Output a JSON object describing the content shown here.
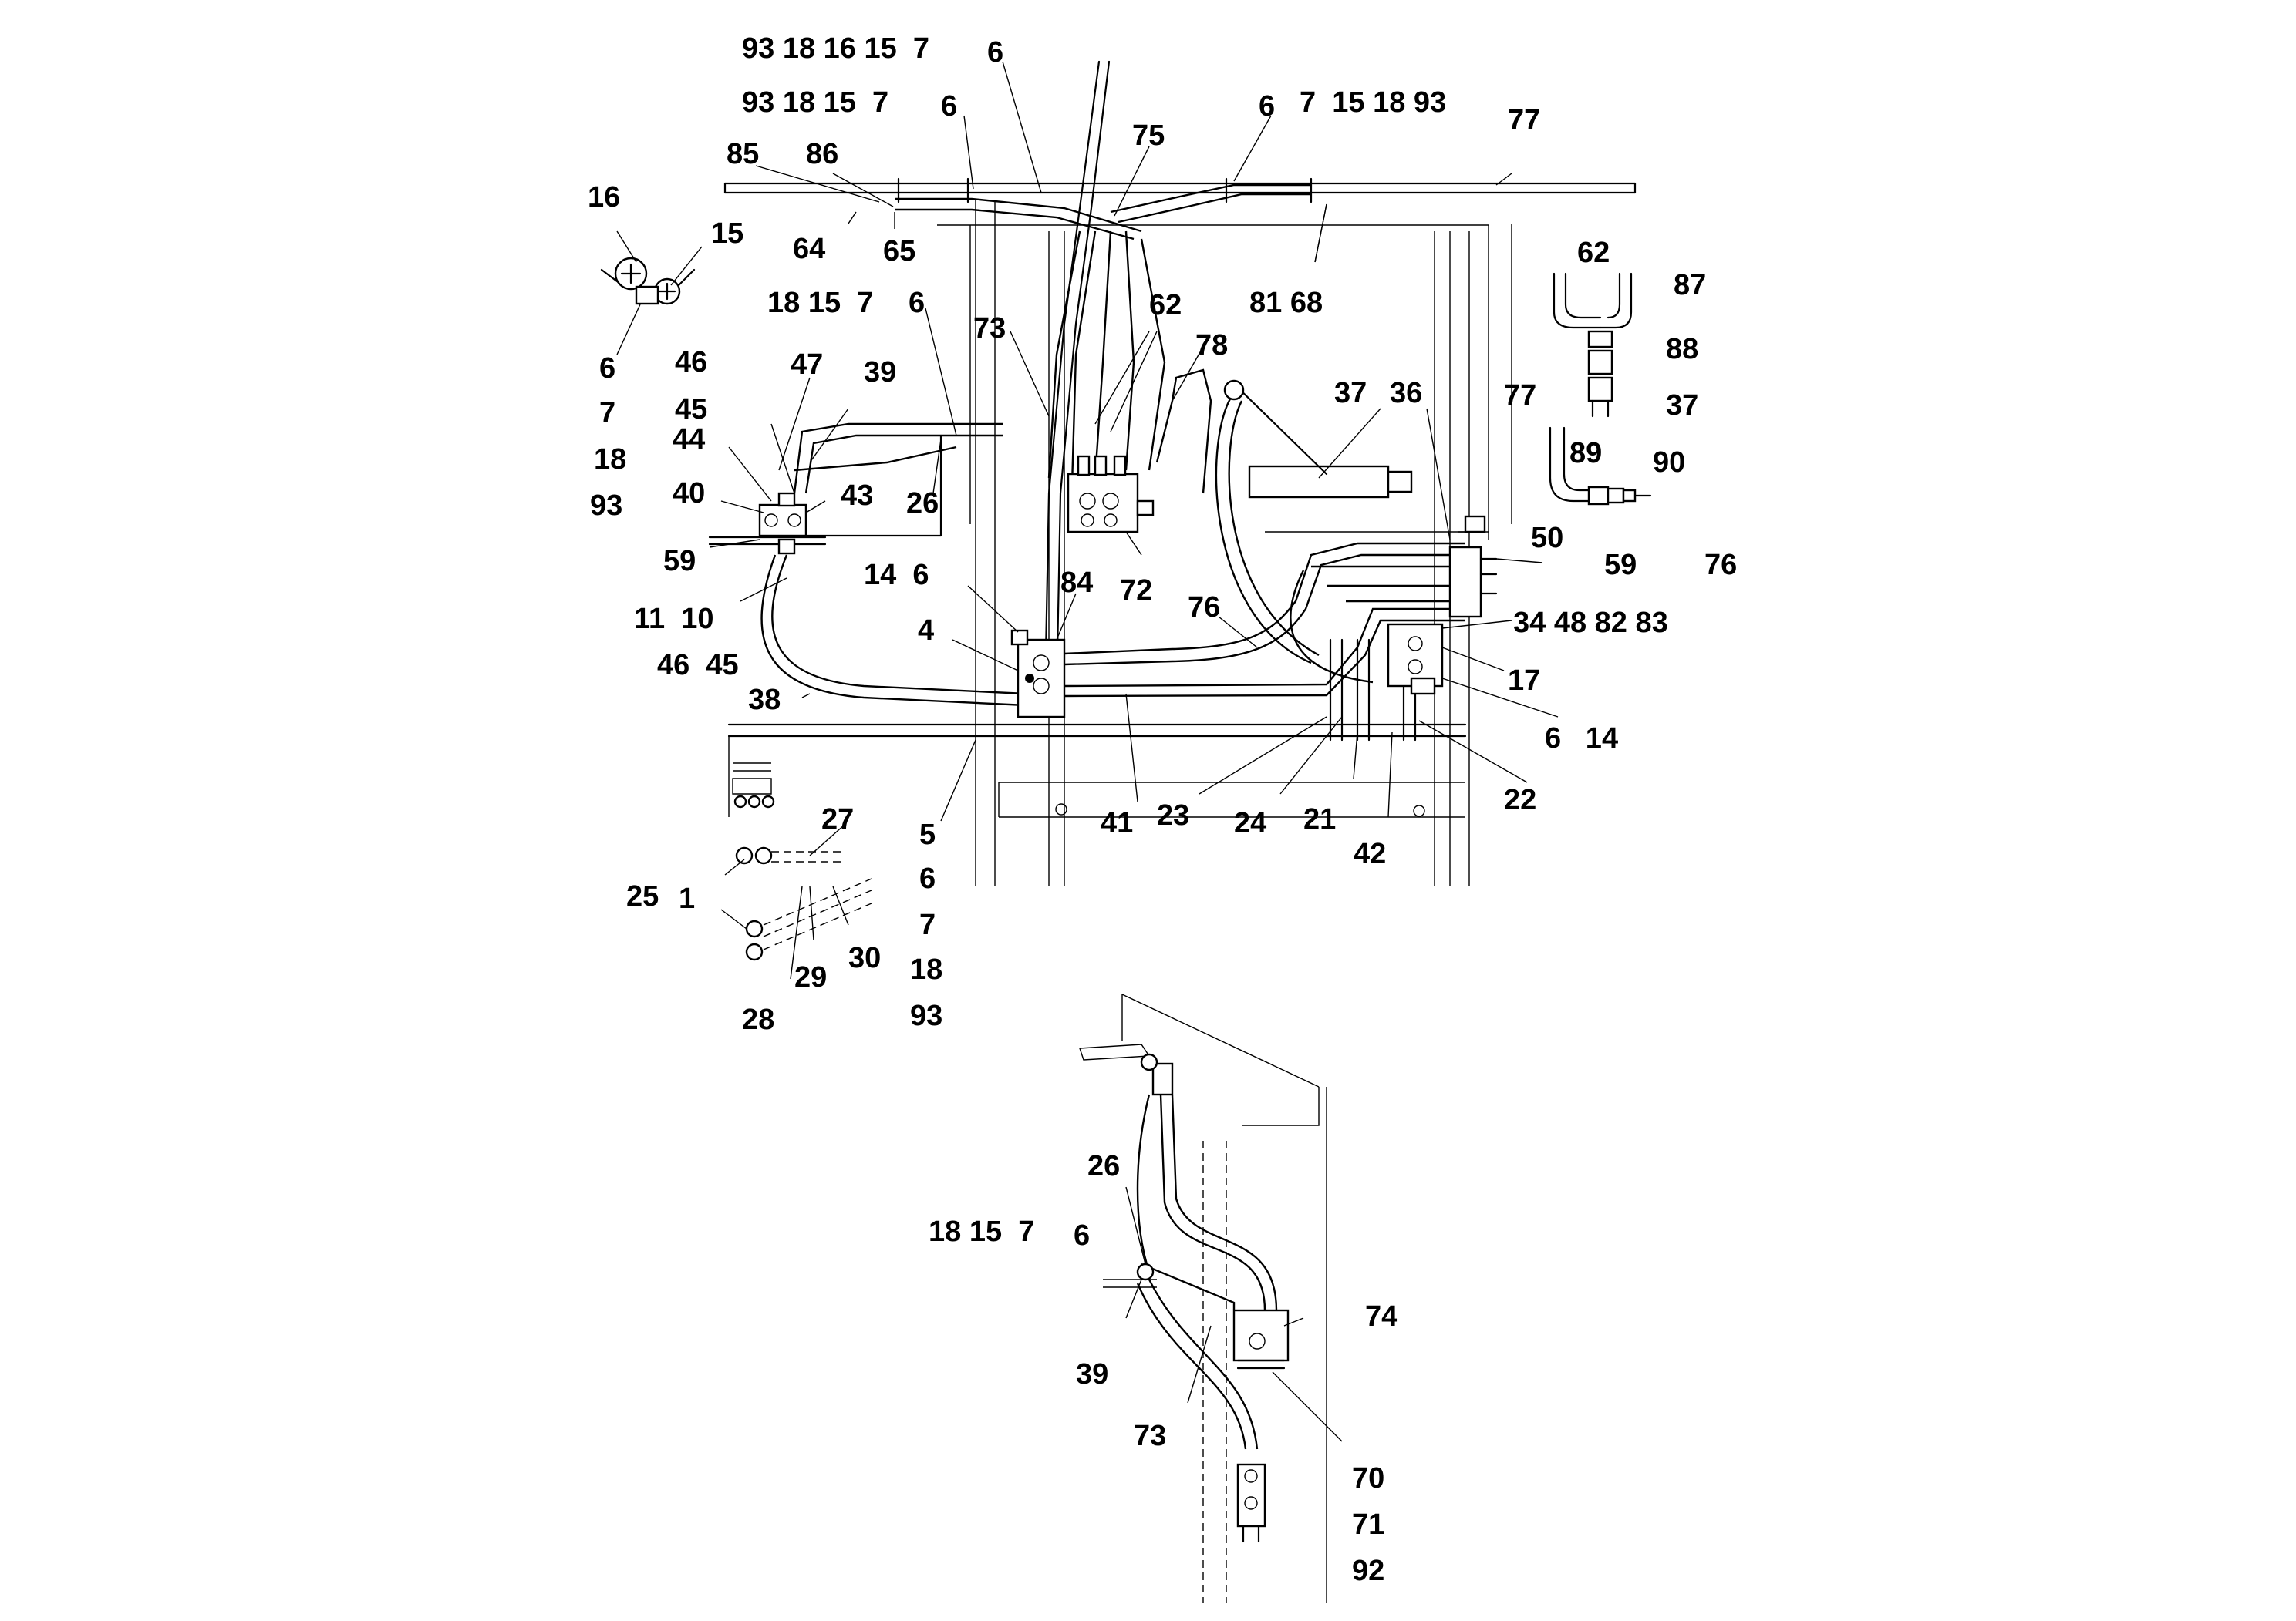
{
  "diagram": {
    "callouts": [
      {
        "id": "c1",
        "text": "93 18 16 15  7"
      },
      {
        "id": "c2",
        "text": "6"
      },
      {
        "id": "c3",
        "text": "93 18 15  7"
      },
      {
        "id": "c4",
        "text": "6"
      },
      {
        "id": "c5",
        "text": "75"
      },
      {
        "id": "c6",
        "text": "6"
      },
      {
        "id": "c7",
        "text": "7  15 18 93"
      },
      {
        "id": "c8",
        "text": "77"
      },
      {
        "id": "c9",
        "text": "85"
      },
      {
        "id": "c10",
        "text": "86"
      },
      {
        "id": "c11",
        "text": "16"
      },
      {
        "id": "c12",
        "text": "15"
      },
      {
        "id": "c13",
        "text": "64"
      },
      {
        "id": "c14",
        "text": "65"
      },
      {
        "id": "c15",
        "text": "81 68"
      },
      {
        "id": "c16",
        "text": "62"
      },
      {
        "id": "c17",
        "text": "87"
      },
      {
        "id": "c18",
        "text": "18 15  7"
      },
      {
        "id": "c19",
        "text": "6"
      },
      {
        "id": "c20",
        "text": "73"
      },
      {
        "id": "c21",
        "text": "62"
      },
      {
        "id": "c22",
        "text": "78"
      },
      {
        "id": "c23",
        "text": "88"
      },
      {
        "id": "c24",
        "text": "6"
      },
      {
        "id": "c25",
        "text": "46"
      },
      {
        "id": "c26",
        "text": "47"
      },
      {
        "id": "c27",
        "text": "39"
      },
      {
        "id": "c28",
        "text": "37"
      },
      {
        "id": "c29",
        "text": "36"
      },
      {
        "id": "c30",
        "text": "77"
      },
      {
        "id": "c31",
        "text": "37"
      },
      {
        "id": "c32",
        "text": "7"
      },
      {
        "id": "c33",
        "text": "45"
      },
      {
        "id": "c34",
        "text": "44"
      },
      {
        "id": "c35",
        "text": "89"
      },
      {
        "id": "c36",
        "text": "90"
      },
      {
        "id": "c37",
        "text": "18"
      },
      {
        "id": "c38",
        "text": "40"
      },
      {
        "id": "c39",
        "text": "43"
      },
      {
        "id": "c40",
        "text": "26"
      },
      {
        "id": "c41",
        "text": "93"
      },
      {
        "id": "c42",
        "text": "50"
      },
      {
        "id": "c43",
        "text": "59"
      },
      {
        "id": "c44",
        "text": "72"
      },
      {
        "id": "c45",
        "text": "59"
      },
      {
        "id": "c46",
        "text": "76"
      },
      {
        "id": "c47",
        "text": "14  6"
      },
      {
        "id": "c48",
        "text": "84"
      },
      {
        "id": "c49",
        "text": "11  10"
      },
      {
        "id": "c50",
        "text": "76"
      },
      {
        "id": "c51",
        "text": "34 48 82 83"
      },
      {
        "id": "c52",
        "text": "4"
      },
      {
        "id": "c53",
        "text": "46  45"
      },
      {
        "id": "c54",
        "text": "17"
      },
      {
        "id": "c55",
        "text": "38"
      },
      {
        "id": "c56",
        "text": "6   14"
      },
      {
        "id": "c57",
        "text": "22"
      },
      {
        "id": "c58",
        "text": "23"
      },
      {
        "id": "c59",
        "text": "24"
      },
      {
        "id": "c60",
        "text": "21"
      },
      {
        "id": "c61",
        "text": "41"
      },
      {
        "id": "c62",
        "text": "42"
      },
      {
        "id": "c63",
        "text": "27"
      },
      {
        "id": "c64",
        "text": "5"
      },
      {
        "id": "c65",
        "text": "25"
      },
      {
        "id": "c66",
        "text": "1"
      },
      {
        "id": "c67",
        "text": "6"
      },
      {
        "id": "c68",
        "text": "30"
      },
      {
        "id": "c69",
        "text": "7"
      },
      {
        "id": "c70",
        "text": "29"
      },
      {
        "id": "c71",
        "text": "18"
      },
      {
        "id": "c72",
        "text": "28"
      },
      {
        "id": "c73",
        "text": "93"
      },
      {
        "id": "c74",
        "text": "26"
      },
      {
        "id": "c75",
        "text": "18 15  7"
      },
      {
        "id": "c76",
        "text": "6"
      },
      {
        "id": "c77",
        "text": "74"
      },
      {
        "id": "c78",
        "text": "39"
      },
      {
        "id": "c79",
        "text": "73"
      },
      {
        "id": "c80",
        "text": "70"
      },
      {
        "id": "c81",
        "text": "71"
      },
      {
        "id": "c82",
        "text": "92"
      }
    ]
  }
}
